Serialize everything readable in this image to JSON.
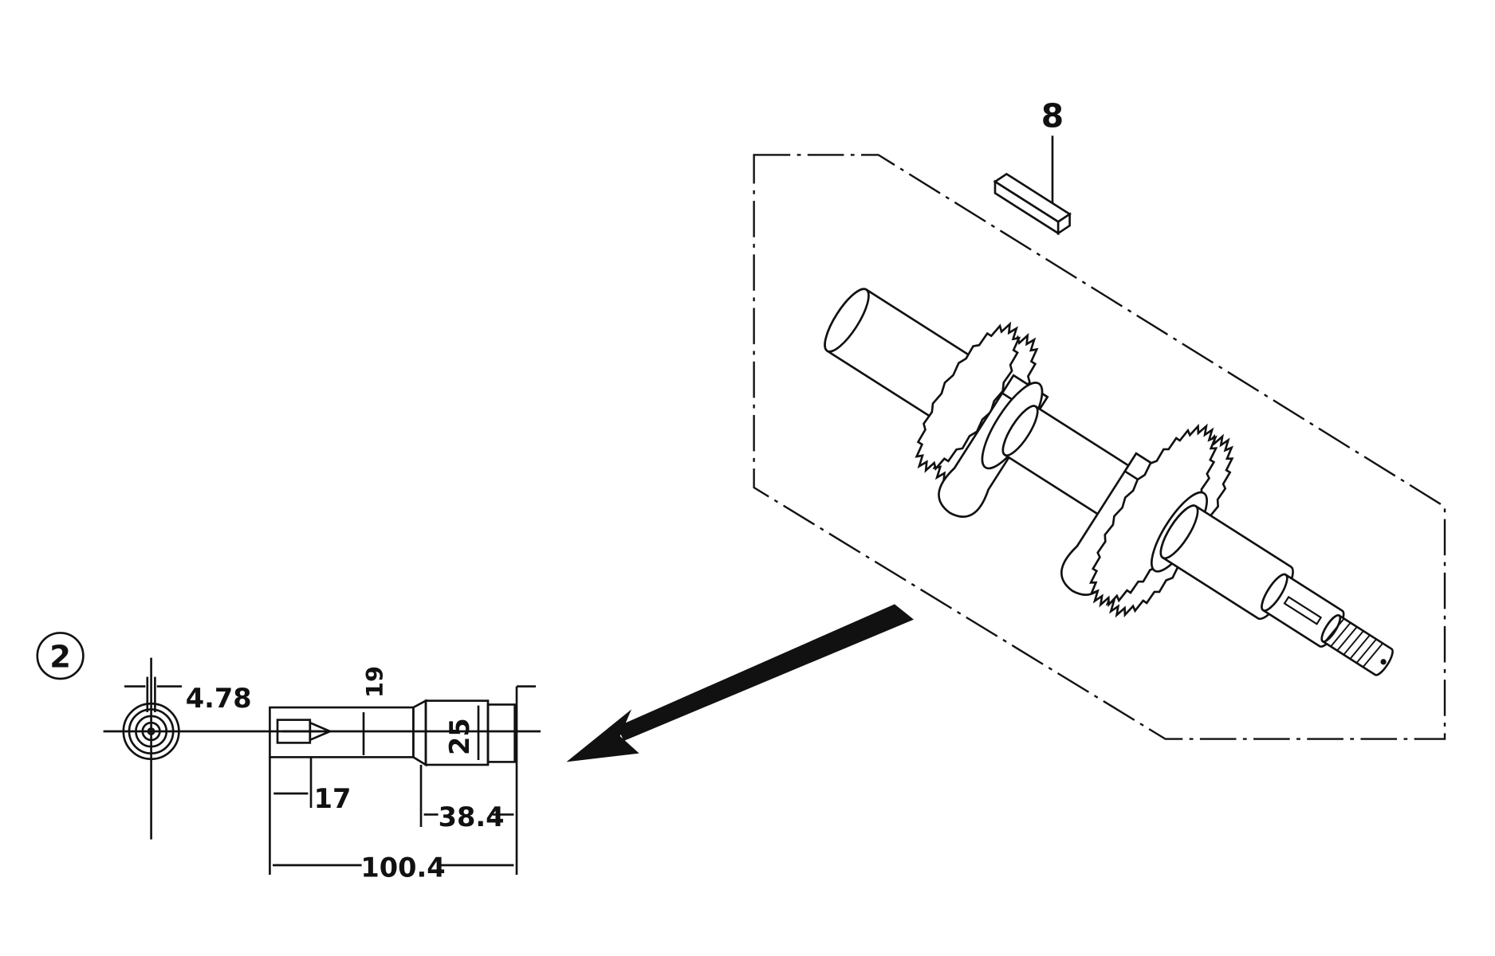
{
  "callouts": {
    "key_part_number": "8",
    "detail_number": "2"
  },
  "dimensions": {
    "keyway_width": "4.78",
    "shaft_diameter": "19",
    "journal_diameter": "25",
    "keyway_length": "17",
    "journal_length": "38.4",
    "overall_length": "100.4"
  },
  "colors": {
    "ink": "#111111",
    "paper": "#ffffff"
  }
}
